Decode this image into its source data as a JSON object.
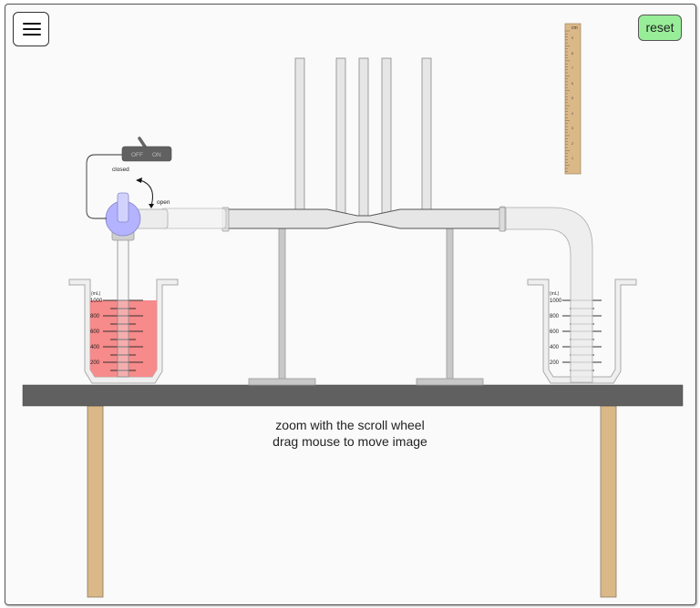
{
  "toolbar": {
    "menu_icon": "hamburger-menu-icon",
    "reset_label": "reset"
  },
  "ruler": {
    "unit": "cm",
    "labels": [
      "9",
      "8",
      "7",
      "6",
      "5",
      "4",
      "3",
      "2",
      "1"
    ]
  },
  "pump_switch": {
    "off_label": "OFF",
    "on_label": "ON",
    "state": "OFF"
  },
  "valve": {
    "closed_label": "closed",
    "open_label": "open",
    "state": "open"
  },
  "source_beaker": {
    "unit_label": "(mL)",
    "scale_labels": [
      "1000",
      "800",
      "600",
      "400",
      "200"
    ],
    "liquid_color": "#f78a8a",
    "fill_ml": 1000
  },
  "receiver_beaker": {
    "unit_label": "(mL)",
    "scale_labels": [
      "1000",
      "800",
      "600",
      "400",
      "200"
    ],
    "fill_ml": 0
  },
  "venturi": {
    "manometer_tube_count": 5
  },
  "hint": {
    "line1": "zoom with the scroll wheel",
    "line2": "drag mouse to move image"
  },
  "colors": {
    "reset_button": "#98ee98",
    "valve_body": "#b3b3ff",
    "table_top": "#606060",
    "table_leg": "#dbb887",
    "ruler": "#dbb887",
    "glass": "#e6e6e6",
    "liquid": "#f78a8a"
  }
}
